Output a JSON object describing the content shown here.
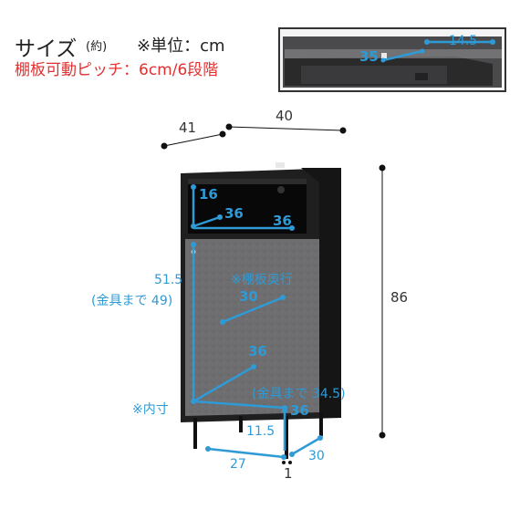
{
  "header": {
    "title": "サイズ",
    "title_note": "(約)",
    "unit_note": "※単位：cm",
    "subtitle": "棚板可動ピッチ：6cm/6段階"
  },
  "dimensions": {
    "depth": "41",
    "width": "40",
    "height": "86"
  },
  "inset": {
    "depth_label": "35",
    "width_label": "14.5"
  },
  "inner": {
    "shelf_top_height": "16",
    "shelf_top_depth": "36",
    "shelf_top_width": "36",
    "door_height_a": "51.5",
    "door_height_b": "(金具まで 49)",
    "shelf_depth_note": "※棚板奥行",
    "shelf_depth_value": "30",
    "lower_depth": "36",
    "inside_note": "※内寸",
    "lower_height_note": "(金具まで 34.5)",
    "lower_width": "36"
  },
  "legs": {
    "leg_height": "11.5",
    "leg_span_x": "27",
    "leg_span_y": "30",
    "leg_diameter": "1"
  },
  "colors": {
    "cabinet": "#1f1f1f",
    "door": "#6e6e70",
    "accent": "#2e9ad6",
    "red_text": "#e03030"
  }
}
